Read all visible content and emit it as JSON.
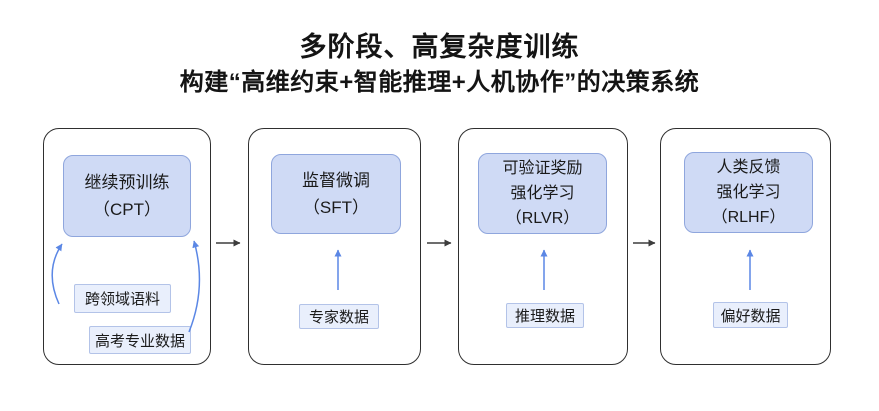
{
  "title": "多阶段、高复杂度训练",
  "subtitle": "构建“高维约束+智能推理+人机协作”的决策系统",
  "stages": [
    {
      "id": "cpt",
      "lines": [
        "继续预训练",
        "（CPT）"
      ],
      "inputs": [
        "跨领域语料",
        "高考专业数据"
      ]
    },
    {
      "id": "sft",
      "lines": [
        "监督微调",
        "（SFT）"
      ],
      "inputs": [
        "专家数据"
      ]
    },
    {
      "id": "rlvr",
      "lines": [
        "可验证奖励",
        "强化学习",
        "（RLVR）"
      ],
      "inputs": [
        "推理数据"
      ]
    },
    {
      "id": "rlhf",
      "lines": [
        "人类反馈",
        "强化学习",
        "（RLHF）"
      ],
      "inputs": [
        "偏好数据"
      ]
    }
  ],
  "colors": {
    "stage_fill": "#cfdaf5",
    "stage_border": "#8fa6dd",
    "input_fill": "#e9effc",
    "input_border": "#b3c3e8",
    "flow_arrow": "#3d3d3d",
    "feed_arrow": "#5b87e5",
    "container_border": "#2f2f2f",
    "background": "#ffffff"
  }
}
